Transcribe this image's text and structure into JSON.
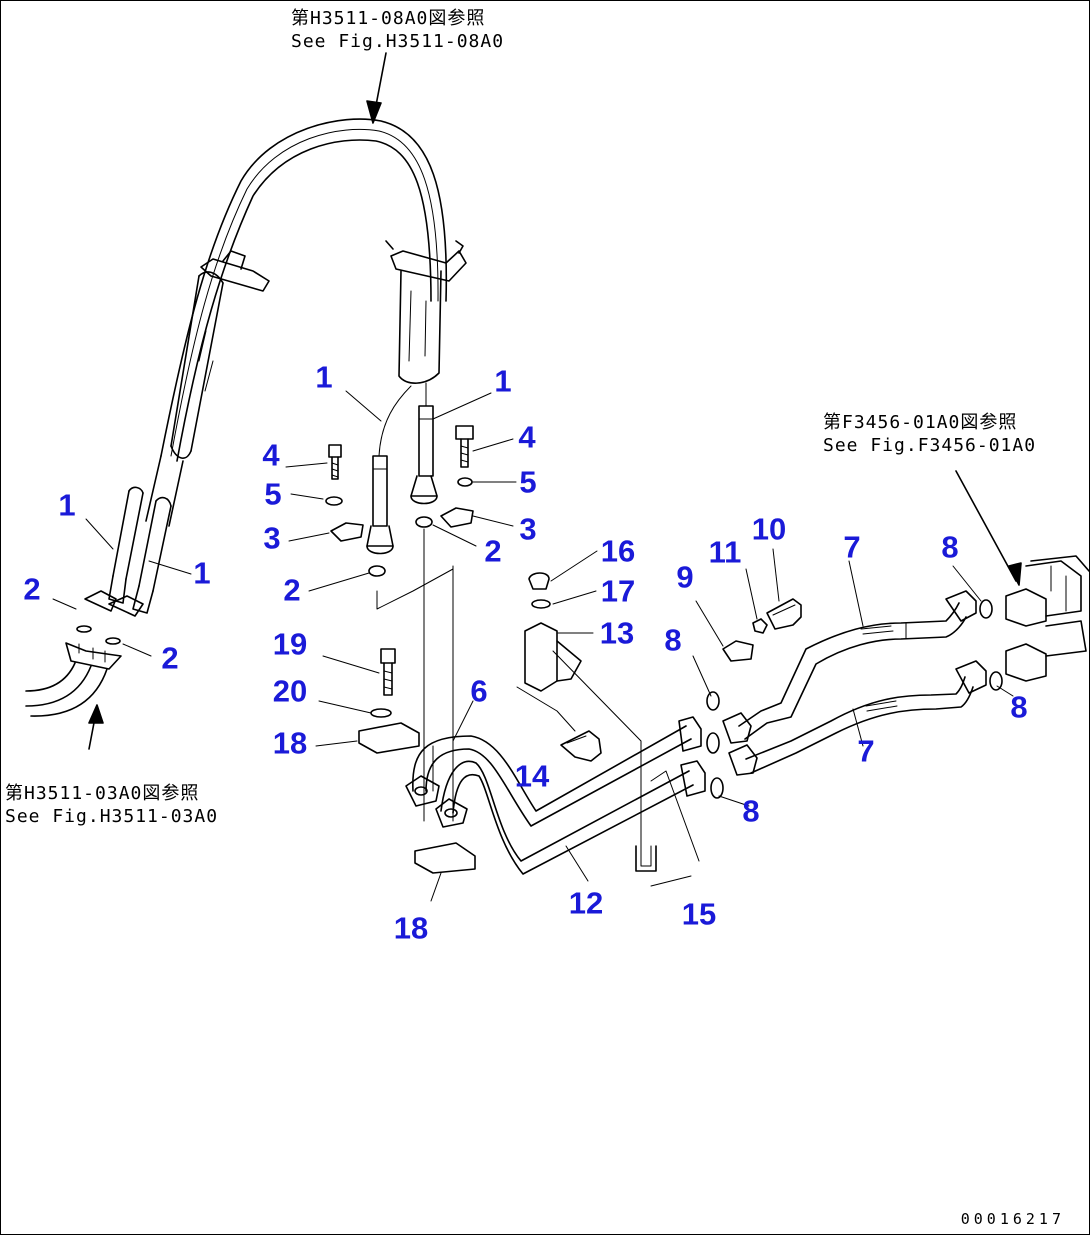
{
  "references": [
    {
      "id": "ref-top",
      "line1": "第H3511-08A0図参照",
      "line2": "See Fig.H3511-08A0"
    },
    {
      "id": "ref-left",
      "line1": "第H3511-03A0図参照",
      "line2": "See Fig.H3511-03A0"
    },
    {
      "id": "ref-right",
      "line1": "第F3456-01A0図参照",
      "line2": "See Fig.F3456-01A0"
    }
  ],
  "callouts": [
    {
      "id": "c1a",
      "label": "1"
    },
    {
      "id": "c1b",
      "label": "1"
    },
    {
      "id": "c1c",
      "label": "1"
    },
    {
      "id": "c1d",
      "label": "1"
    },
    {
      "id": "c2a",
      "label": "2"
    },
    {
      "id": "c2b",
      "label": "2"
    },
    {
      "id": "c2c",
      "label": "2"
    },
    {
      "id": "c2d",
      "label": "2"
    },
    {
      "id": "c3a",
      "label": "3"
    },
    {
      "id": "c3b",
      "label": "3"
    },
    {
      "id": "c4a",
      "label": "4"
    },
    {
      "id": "c4b",
      "label": "4"
    },
    {
      "id": "c5a",
      "label": "5"
    },
    {
      "id": "c5b",
      "label": "5"
    },
    {
      "id": "c6",
      "label": "6"
    },
    {
      "id": "c7a",
      "label": "7"
    },
    {
      "id": "c7b",
      "label": "7"
    },
    {
      "id": "c8a",
      "label": "8"
    },
    {
      "id": "c8b",
      "label": "8"
    },
    {
      "id": "c8c",
      "label": "8"
    },
    {
      "id": "c8d",
      "label": "8"
    },
    {
      "id": "c9",
      "label": "9"
    },
    {
      "id": "c10",
      "label": "10"
    },
    {
      "id": "c11",
      "label": "11"
    },
    {
      "id": "c12",
      "label": "12"
    },
    {
      "id": "c13",
      "label": "13"
    },
    {
      "id": "c14",
      "label": "14"
    },
    {
      "id": "c15",
      "label": "15"
    },
    {
      "id": "c16",
      "label": "16"
    },
    {
      "id": "c17",
      "label": "17"
    },
    {
      "id": "c18a",
      "label": "18"
    },
    {
      "id": "c18b",
      "label": "18"
    },
    {
      "id": "c19",
      "label": "19"
    },
    {
      "id": "c20",
      "label": "20"
    }
  ],
  "doc_id": "00016217",
  "colors": {
    "callout": "#1a1ad8",
    "line": "#000000",
    "background": "#ffffff"
  }
}
